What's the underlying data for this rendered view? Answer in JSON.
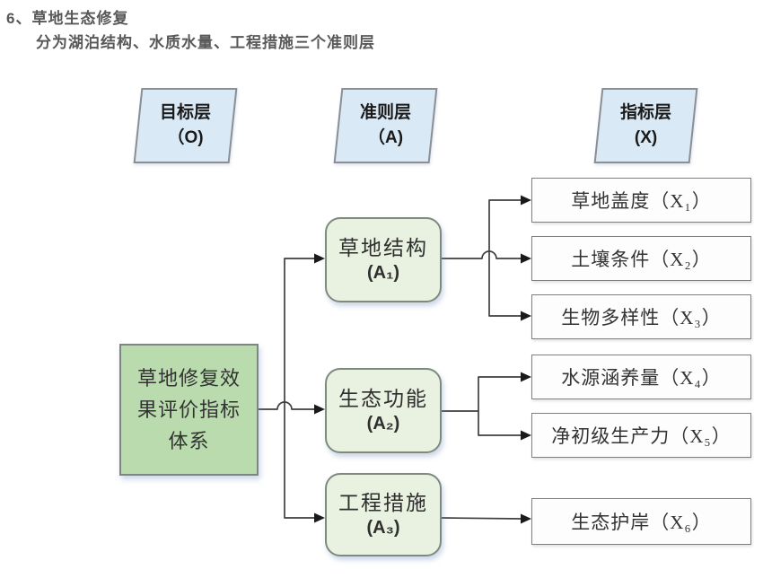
{
  "page": {
    "title": "6、草地生态修复",
    "subtitle": "分为湖泊结构、水质水量、工程措施三个准则层"
  },
  "diagram": {
    "layers": [
      {
        "label": "目标层",
        "code": "（O)"
      },
      {
        "label": "准则层",
        "code": "（A)"
      },
      {
        "label": "指标层",
        "code": "(X)"
      }
    ],
    "goal": {
      "text": "草地修复效果评价指标体系"
    },
    "criteria": [
      {
        "label": "草地结构",
        "code": "(A₁)"
      },
      {
        "label": "生态功能",
        "code": "(A₂)"
      },
      {
        "label": "工程措施",
        "code": "(A₃)"
      }
    ],
    "indicators": [
      {
        "label": "草地盖度（X₁）"
      },
      {
        "label": "土壤条件（X₂）"
      },
      {
        "label": "生物多样性（X₃）"
      },
      {
        "label": "水源涵养量（X₄）"
      },
      {
        "label": "净初级生产力（X₅）"
      },
      {
        "label": "生态护岸（X₆）"
      }
    ],
    "colors": {
      "layer_fill": "#d9e9f5",
      "goal_fill": "#b9dbae",
      "criteria_fill": "#e9f1e0",
      "indicator_fill": "#fdfdfd",
      "box_border": "#7f7f7f",
      "connector": "#3f3f3f",
      "title_text": "#585858"
    }
  }
}
